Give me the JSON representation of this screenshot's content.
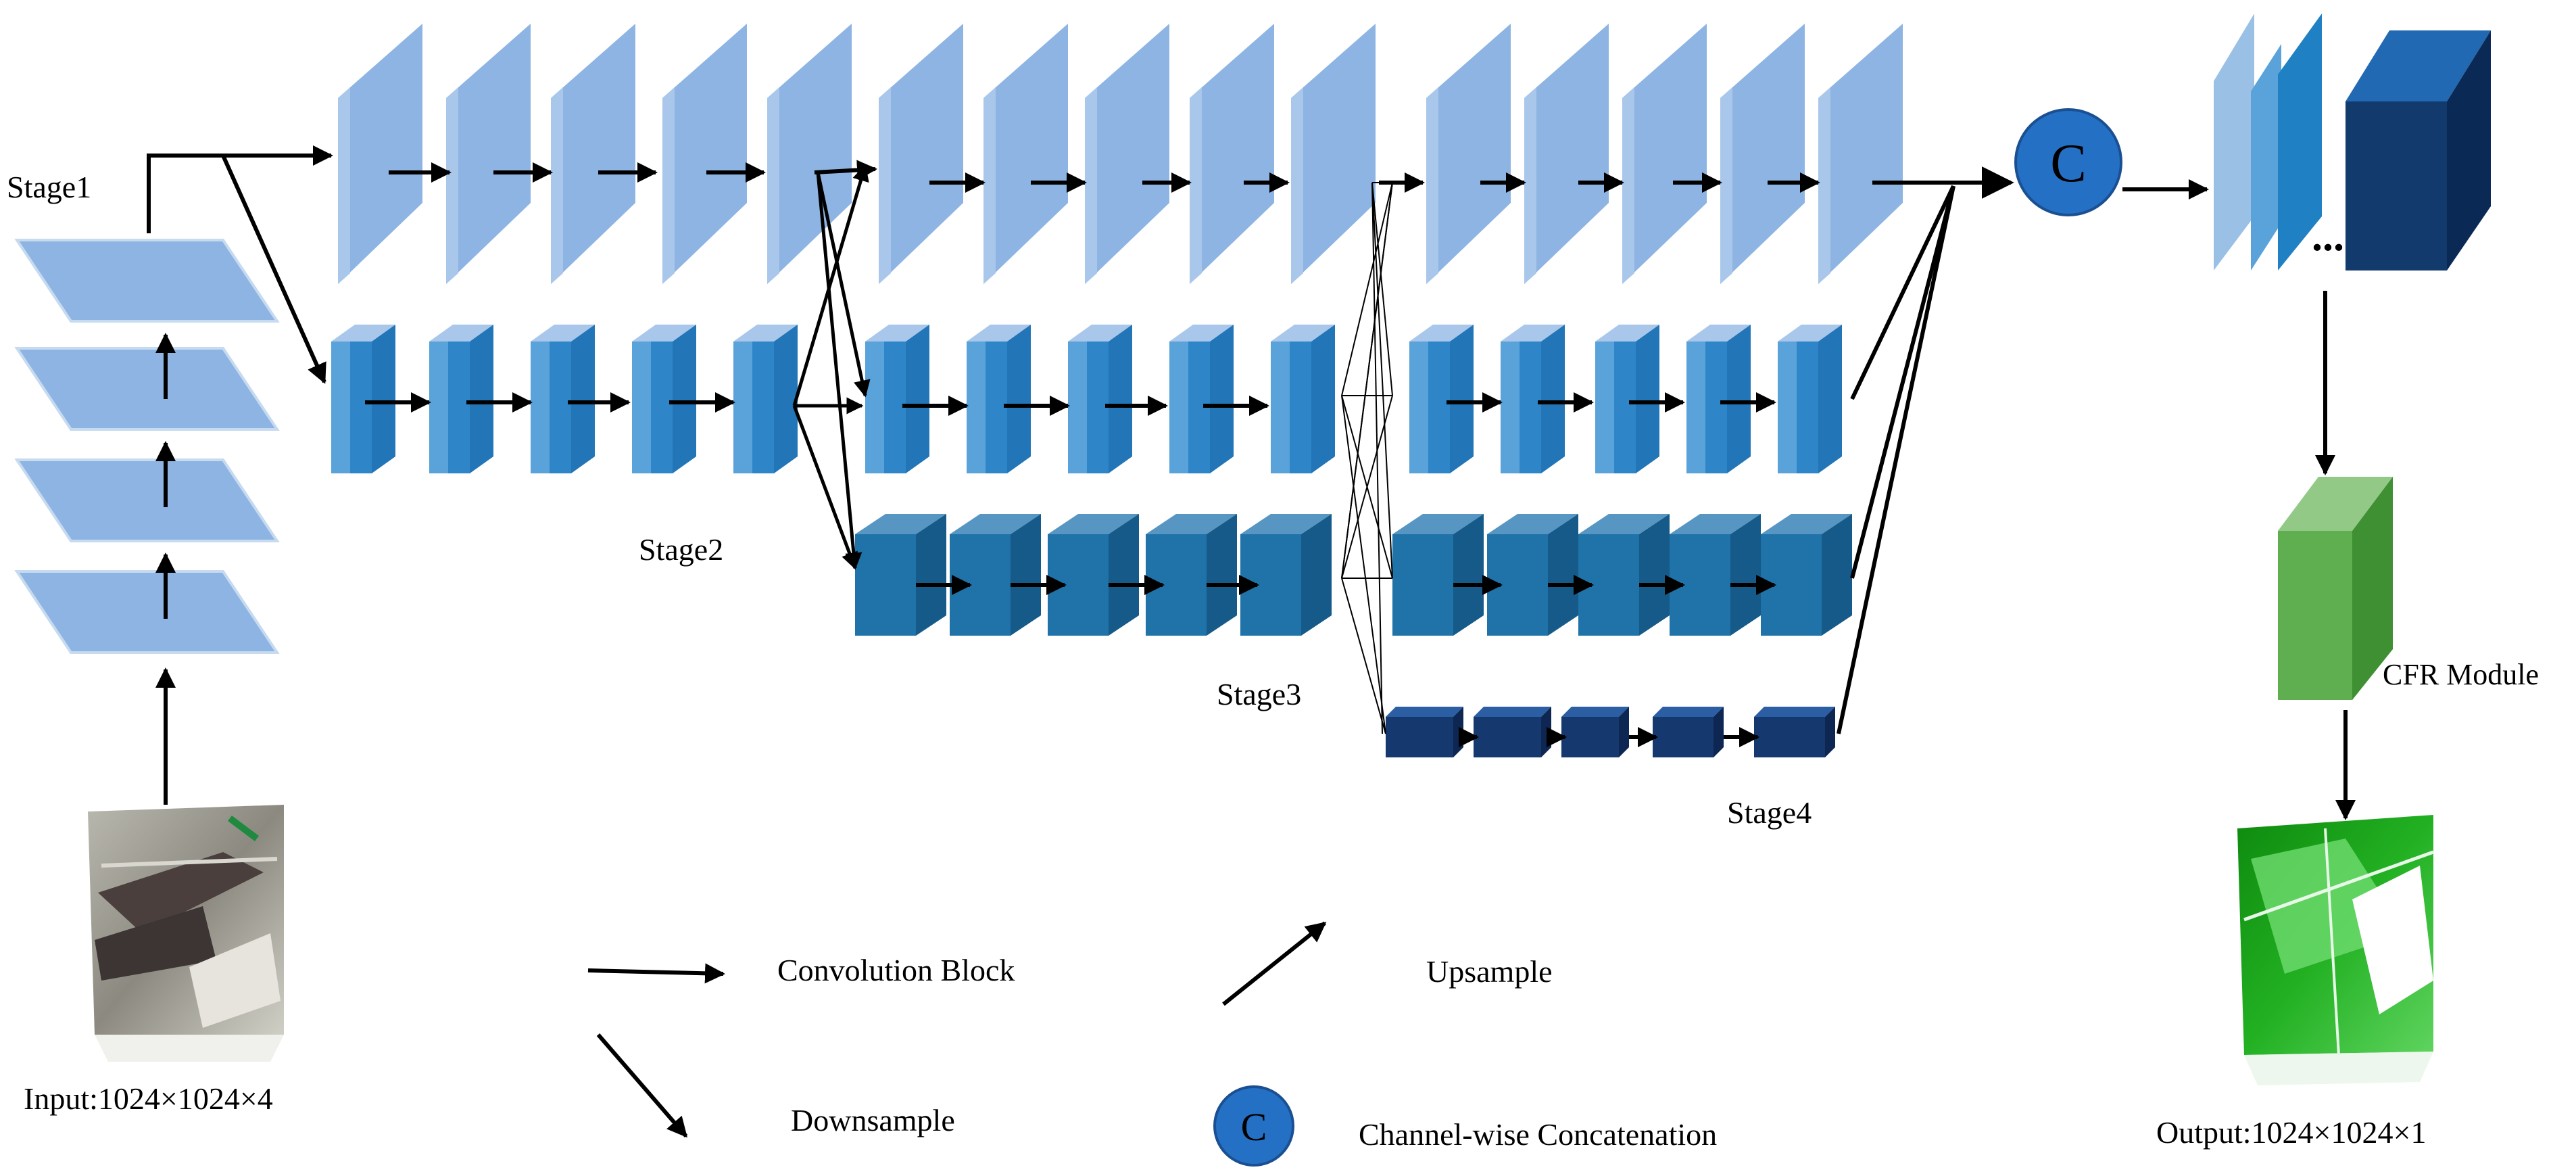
{
  "stages": {
    "stage1": "Stage1",
    "stage2": "Stage2",
    "stage3": "Stage3",
    "stage4": "Stage4"
  },
  "concat_symbol": "C",
  "ellipsis": "...",
  "module_label": "CFR Module",
  "input_label": "Input:1024×1024×4",
  "output_label": "Output:1024×1024×1",
  "legend": {
    "convolution": "Convolution Block",
    "downsample": "Downsample",
    "upsample": "Upsample",
    "concatenation": "Channel-wise Concatenation"
  },
  "colors": {
    "stage1_block": "#8db4e2",
    "stage2_block": "#2e86c8",
    "stage3_block": "#1f73a8",
    "stage4_block": "#15386e",
    "concat_circle": "#2470c4",
    "cfr_module": "#5fae4f",
    "output_map": "#22b022"
  }
}
